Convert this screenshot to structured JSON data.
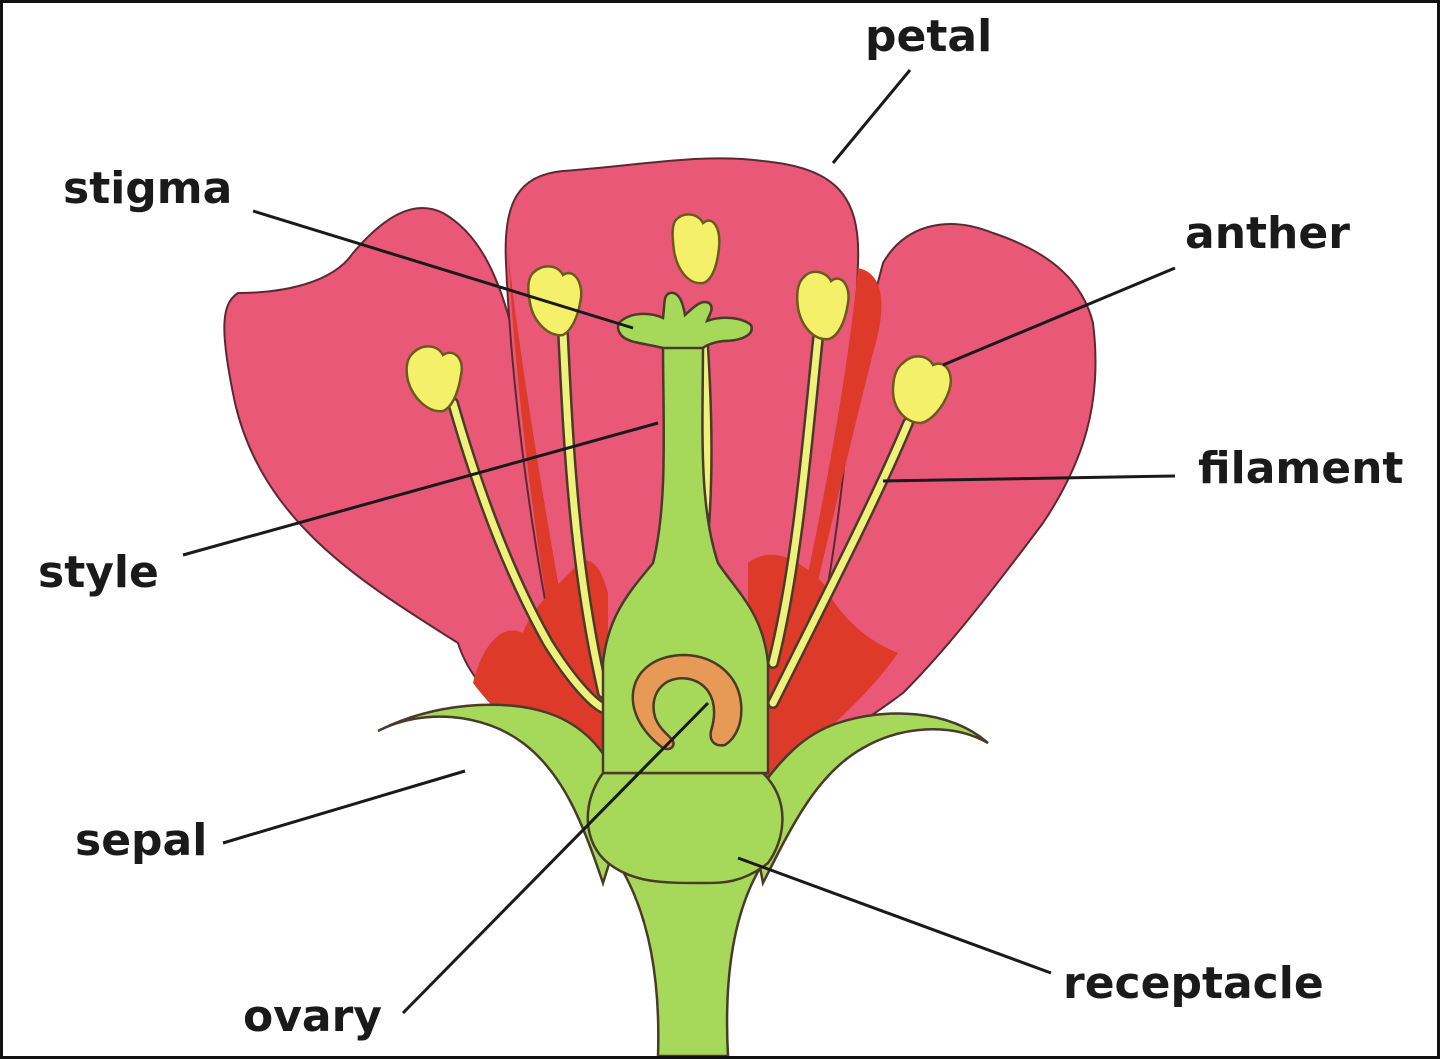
{
  "diagram": {
    "labels": {
      "petal": "petal",
      "stigma": "stigma",
      "anther": "anther",
      "filament": "filament",
      "style": "style",
      "sepal": "sepal",
      "ovary": "ovary",
      "receptacle": "receptacle"
    },
    "colors": {
      "petal": "#ea5878",
      "petal_shadow": "#dd3a2a",
      "green": "#a6d95a",
      "outline": "#4a3a2a",
      "anther": "#f5f06a",
      "ovule": "#e69a55",
      "text": "#1a1a1a",
      "border": "#111111"
    }
  }
}
